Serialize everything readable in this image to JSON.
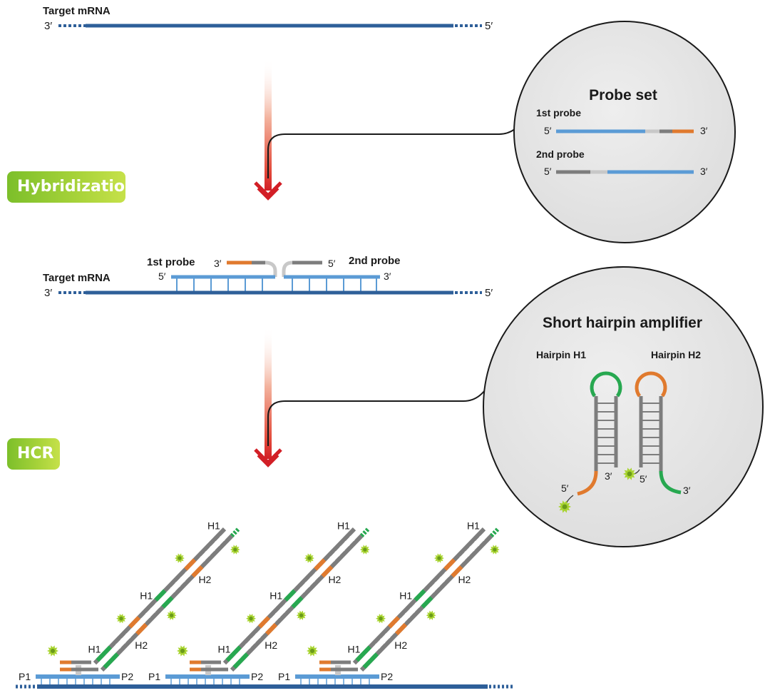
{
  "top": {
    "title": "Target mRNA",
    "end_left": "3′",
    "end_right": "5′"
  },
  "steps": {
    "hybridization": "Hybridization",
    "hcr": "HCR"
  },
  "probe_set": {
    "title": "Probe set",
    "first_label": "1st probe",
    "second_label": "2nd probe",
    "five": "5′",
    "three": "3′"
  },
  "hybrid": {
    "first_label": "1st probe",
    "second_label": "2nd probe",
    "target_label": "Target mRNA",
    "three": "3′",
    "five": "5′"
  },
  "amplifier": {
    "title": "Short hairpin amplifier",
    "h1_label": "Hairpin H1",
    "h2_label": "Hairpin H2",
    "five": "5′",
    "three": "3′"
  },
  "hcr_labels": {
    "h1": "H1",
    "h2": "H2",
    "p1": "P1",
    "p2": "P2"
  },
  "colors": {
    "mrna": "#2e5f99",
    "probe_blue": "#5b9bd5",
    "orange": "#e07a2e",
    "grey": "#7d7d7d",
    "light_grey": "#c8c8c8",
    "green": "#27a850",
    "arrow": "#d21f26",
    "badge": "#9acd32",
    "fluor": "#a8d430"
  }
}
